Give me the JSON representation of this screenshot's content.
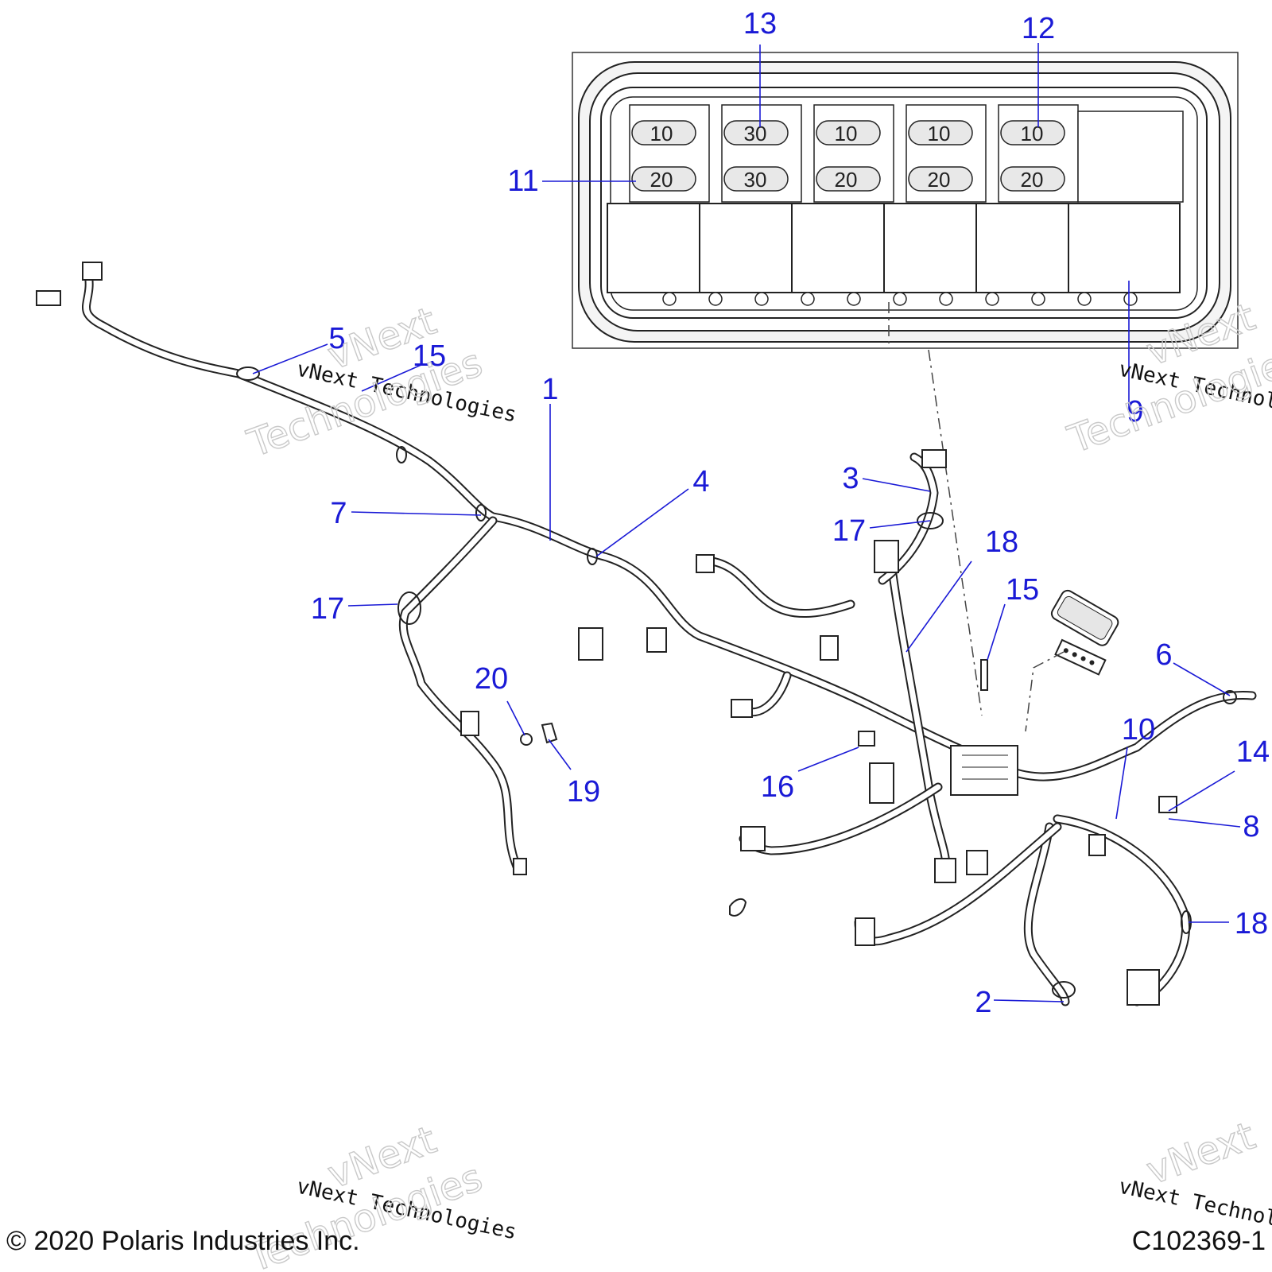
{
  "fuse_box": {
    "fuse_row_top": [
      "10",
      "30",
      "10",
      "10",
      "10"
    ],
    "fuse_row_bottom": [
      "20",
      "30",
      "20",
      "20",
      "20"
    ]
  },
  "callouts": {
    "c1": "1",
    "c2": "2",
    "c3": "3",
    "c4": "4",
    "c5": "5",
    "c6": "6",
    "c7": "7",
    "c8": "8",
    "c9": "9",
    "c10": "10",
    "c11": "11",
    "c12": "12",
    "c13": "13",
    "c14": "14",
    "c15a": "15",
    "c15b": "15",
    "c16": "16",
    "c17a": "17",
    "c17b": "17",
    "c18a": "18",
    "c18b": "18",
    "c19": "19",
    "c20": "20"
  },
  "watermark": {
    "line": "vNext Technologies",
    "outline_top": "vNext",
    "outline_bottom": "Technologies"
  },
  "footer": {
    "copyright": "© 2020 Polaris Industries Inc.",
    "drawing_number": "C102369-1"
  }
}
